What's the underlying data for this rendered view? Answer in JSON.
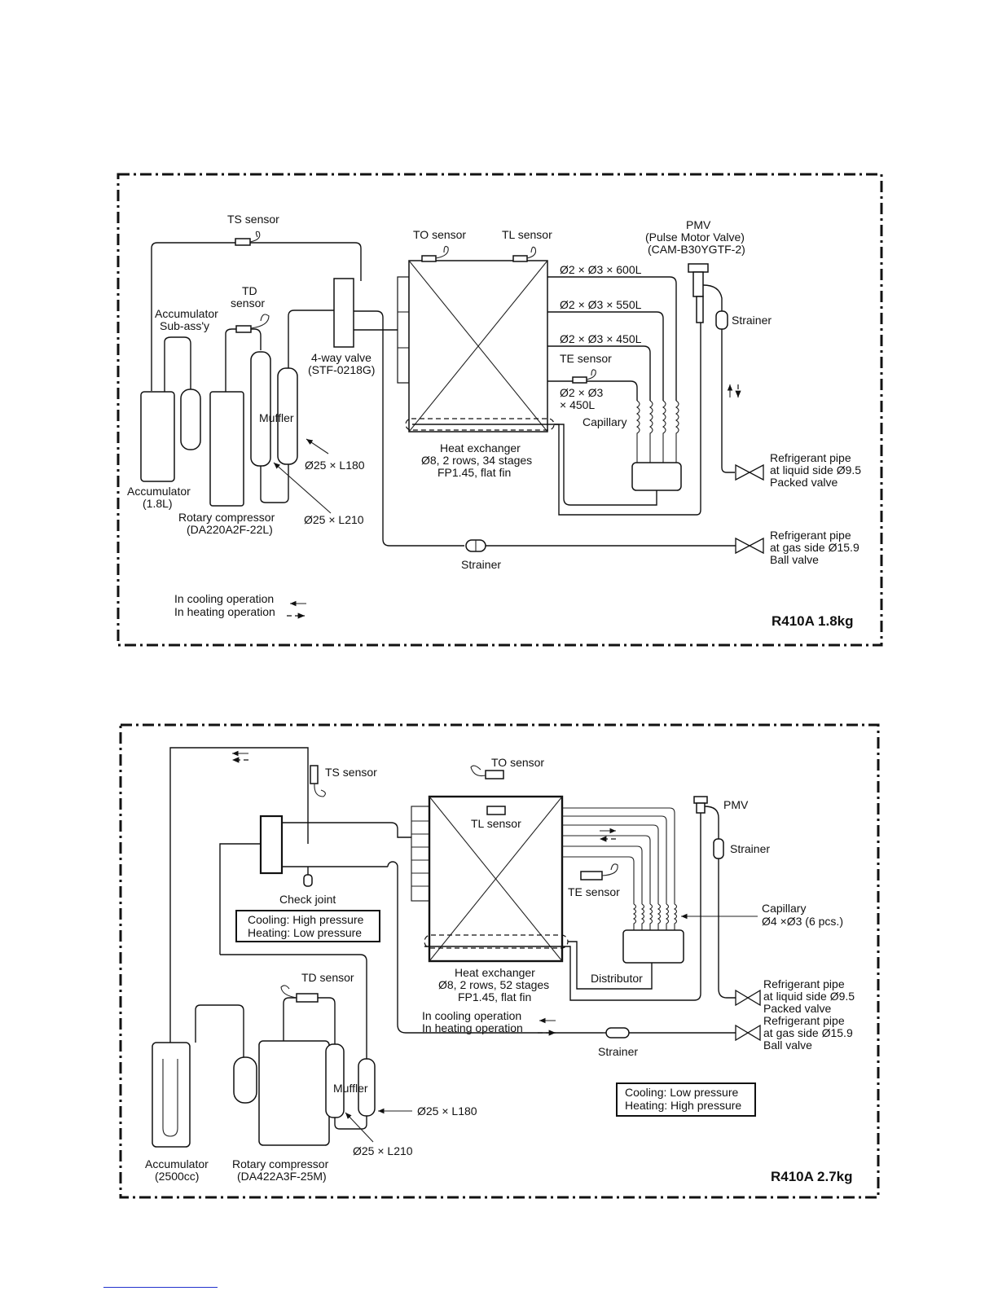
{
  "diagram1": {
    "ts_sensor": "TS sensor",
    "to_sensor": "TO sensor",
    "tl_sensor": "TL sensor",
    "pmv_line1": "PMV",
    "pmv_line2": "(Pulse Motor Valve)",
    "pmv_line3": "(CAM-B30YGTF-2)",
    "td_line1": "TD",
    "td_line2": "sensor",
    "acc_sub_line1": "Accumulator",
    "acc_sub_line2": "Sub-ass'y",
    "pipe_600": "Ø2 × Ø3 × 600L",
    "pipe_550": "Ø2 × Ø3 × 550L",
    "pipe_450": "Ø2 × Ø3 × 450L",
    "te_sensor": "TE sensor",
    "pipe_te_line1": "Ø2 × Ø3",
    "pipe_te_line2": "× 450L",
    "capillary": "Capillary",
    "strainer_top": "Strainer",
    "four_way_line1": "4-way valve",
    "four_way_line2": "(STF-0218G)",
    "muffler": "Muffler",
    "pipe_l180": "Ø25 × L180",
    "pipe_l210": "Ø25 × L210",
    "hx_line1": "Heat exchanger",
    "hx_line2": "Ø8, 2 rows, 34 stages",
    "hx_line3": "FP1.45, flat fin",
    "accumulator_line1": "Accumulator",
    "accumulator_line2": "(1.8L)",
    "rotary_line1": "Rotary compressor",
    "rotary_line2": "(DA220A2F-22L)",
    "liquid_line1": "Refrigerant pipe",
    "liquid_line2": "at liquid side Ø9.5",
    "liquid_line3": "Packed valve",
    "gas_line1": "Refrigerant pipe",
    "gas_line2": "at gas side Ø15.9",
    "gas_line3": "Ball valve",
    "strainer_bottom": "Strainer",
    "legend_cooling": "In cooling operation",
    "legend_heating": "In heating operation",
    "charge": "R410A  1.8kg"
  },
  "diagram2": {
    "ts_sensor": "TS sensor",
    "to_sensor": "TO sensor",
    "tl_sensor": "TL sensor",
    "pmv": "PMV",
    "strainer_top": "Strainer",
    "check_joint": "Check joint",
    "box1_line1": "Cooling: High pressure",
    "box1_line2": "Heating: Low pressure",
    "te_sensor": "TE sensor",
    "capillary_line1": "Capillary",
    "capillary_line2": "Ø4 ×Ø3 (6 pcs.)",
    "distributor": "Distributor",
    "hx_line1": "Heat exchanger",
    "hx_line2": "Ø8, 2 rows, 52 stages",
    "hx_line3": "FP1.45, flat fin",
    "td_sensor": "TD sensor",
    "liquid_line1": "Refrigerant pipe",
    "liquid_line2": "at liquid side Ø9.5",
    "liquid_line3": "Packed valve",
    "legend_cooling": "In cooling operation",
    "legend_heating": "In heating operation",
    "strainer_bottom": "Strainer",
    "gas_line1": "Refrigerant pipe",
    "gas_line2": "at gas side Ø15.9",
    "gas_line3": "Ball valve",
    "muffler": "Muffler",
    "pipe_l180": "Ø25 × L180",
    "pipe_l210": "Ø25 × L210",
    "box2_line1": "Cooling: Low pressure",
    "box2_line2": "Heating: High pressure",
    "accumulator_line1": "Accumulator",
    "accumulator_line2": "(2500cc)",
    "rotary_line1": "Rotary compressor",
    "rotary_line2": "(DA422A3F-25M)",
    "charge": "R410A  2.7kg"
  }
}
